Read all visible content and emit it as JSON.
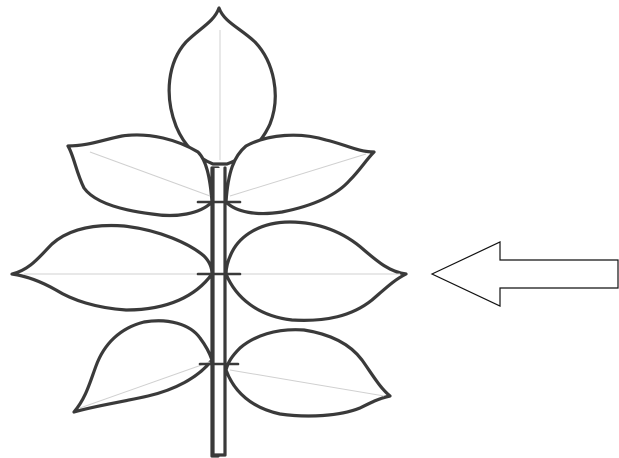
{
  "figure": {
    "subject": "compound-leaf-drawing",
    "leaflet_count": 7,
    "pointer": "arrow-pointing-left"
  },
  "colors": {
    "background": "#ffffff",
    "outline": "#3a3a3a",
    "vein": "#d0d0d0",
    "arrow_stroke": "#111111"
  }
}
